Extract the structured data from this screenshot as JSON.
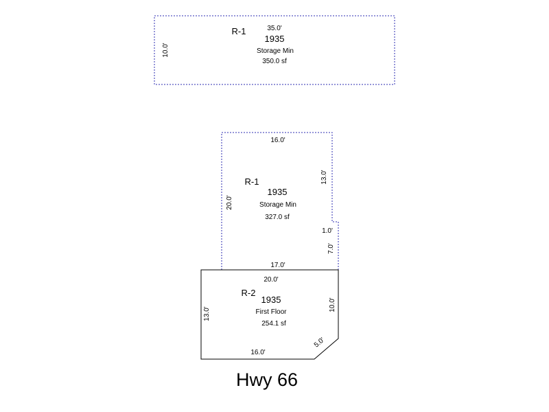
{
  "street_label": "Hwy 66",
  "areas": [
    {
      "id": "area-1",
      "code": "R-1",
      "year": "1935",
      "description": "Storage Min",
      "area": "350.0 sf",
      "line_style": "dotted",
      "dimensions": {
        "top": "35.0'",
        "left": "10.0'"
      }
    },
    {
      "id": "area-2",
      "code": "R-1",
      "year": "1935",
      "description": "Storage Min",
      "area": "327.0 sf",
      "line_style": "dotted",
      "dimensions": {
        "top": "16.0'",
        "right_upper": "13.0'",
        "step": "1.0'",
        "right_lower": "7.0'",
        "bottom": "17.0'",
        "left": "20.0'"
      }
    },
    {
      "id": "area-3",
      "code": "R-2",
      "year": "1935",
      "description": "First Floor",
      "area": "254.1 sf",
      "line_style": "solid",
      "dimensions": {
        "top": "20.0'",
        "right": "10.0'",
        "diagonal": "5.0'",
        "bottom": "16.0'",
        "left": "13.0'"
      }
    }
  ],
  "colors": {
    "outline_dotted": "#2b2bb0",
    "outline_solid": "#000000",
    "text": "#000000",
    "background": "#ffffff"
  }
}
